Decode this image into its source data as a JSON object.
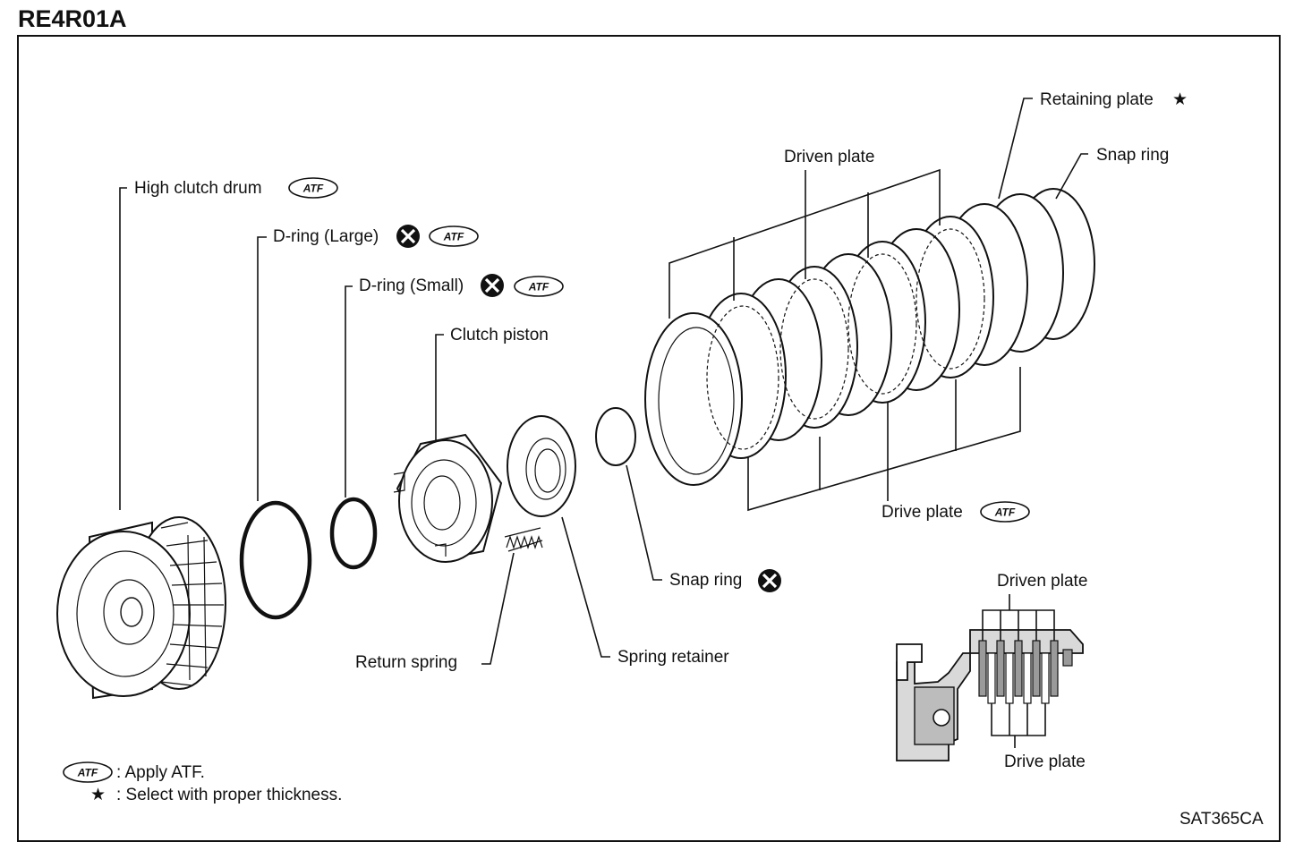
{
  "header": {
    "model": "RE4R01A"
  },
  "labels": {
    "high_clutch_drum": "High clutch drum",
    "d_ring_large": "D-ring (Large)",
    "d_ring_small": "D-ring (Small)",
    "clutch_piston": "Clutch piston",
    "return_spring": "Return spring",
    "spring_retainer": "Spring retainer",
    "snap_ring_inner": "Snap ring",
    "driven_plate": "Driven plate",
    "retaining_plate": "Retaining plate",
    "snap_ring_outer": "Snap ring",
    "drive_plate": "Drive plate",
    "inset_driven_plate": "Driven plate",
    "inset_drive_plate": "Drive plate"
  },
  "symbols": {
    "atf": "ATF",
    "star": "★"
  },
  "legend": {
    "atf_text": ": Apply ATF.",
    "star_text": ": Select with proper thickness."
  },
  "footer": {
    "code": "SAT365CA"
  }
}
